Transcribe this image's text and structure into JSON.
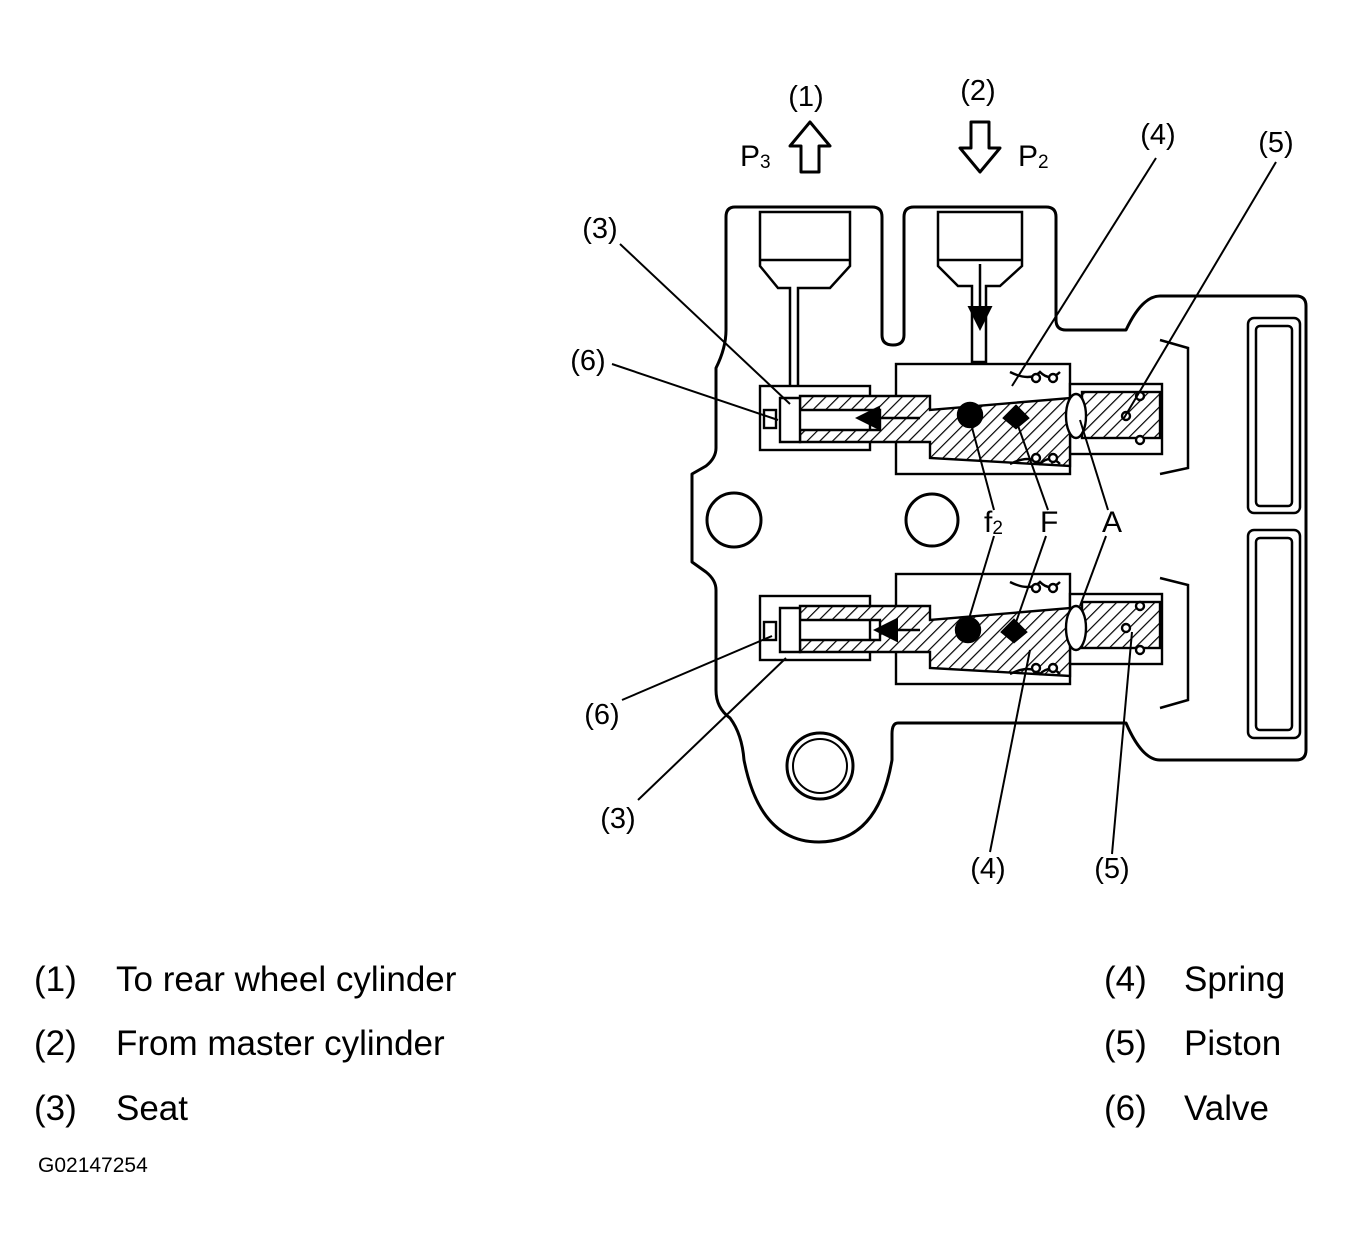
{
  "diagram": {
    "callouts": {
      "top_1": "(1)",
      "top_2": "(2)",
      "upper_3": "(3)",
      "upper_4": "(4)",
      "upper_5": "(5)",
      "upper_6": "(6)",
      "lower_3": "(3)",
      "lower_4": "(4)",
      "lower_5": "(5)",
      "lower_6": "(6)"
    },
    "pressure_labels": {
      "p3": {
        "letter": "P",
        "sub": "3"
      },
      "p2": {
        "letter": "P",
        "sub": "2"
      }
    },
    "force_labels": {
      "f2": {
        "letter": "f",
        "sub": "2"
      },
      "F": "F",
      "A": "A"
    }
  },
  "legend": {
    "left": [
      {
        "num": "(1)",
        "text": "To rear wheel cylinder"
      },
      {
        "num": "(2)",
        "text": "From master cylinder"
      },
      {
        "num": "(3)",
        "text": "Seat"
      }
    ],
    "right": [
      {
        "num": "(4)",
        "text": "Spring"
      },
      {
        "num": "(5)",
        "text": "Piston"
      },
      {
        "num": "(6)",
        "text": "Valve"
      }
    ]
  },
  "figure_id": "G02147254"
}
